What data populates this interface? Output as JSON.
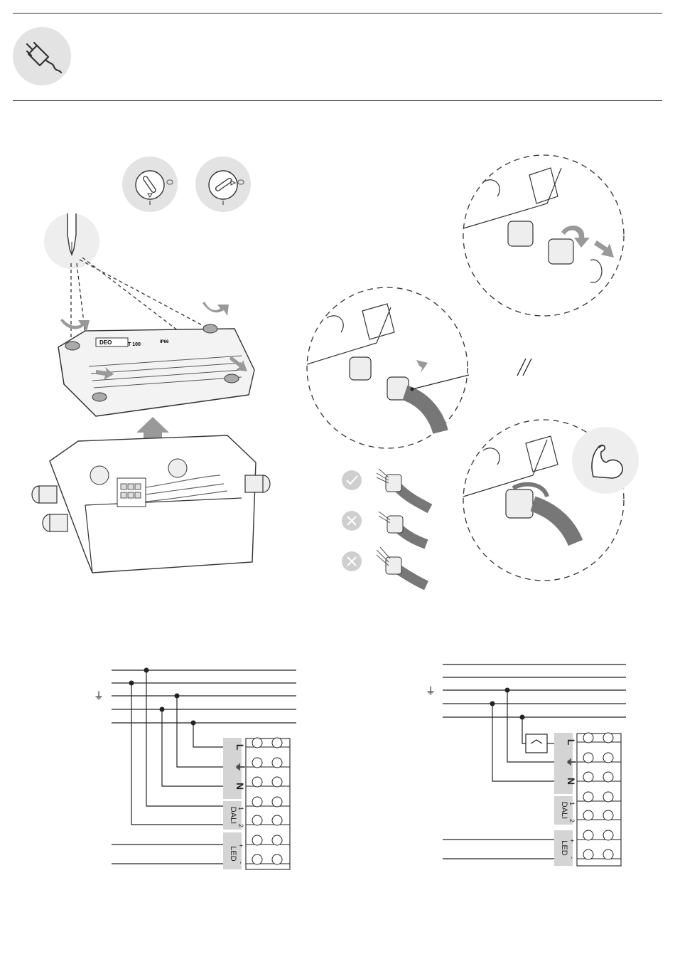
{
  "header": {
    "icon": "plug-icon"
  },
  "colors": {
    "circle_fill": "#e3e3e3",
    "line": "#222222",
    "label_bg": "#d4d4d4"
  },
  "steps": {
    "screwdriver_icon": "screwdriver-icon",
    "lock_states": [
      "locked-icon",
      "unlocked-icon"
    ],
    "cable_checks": [
      {
        "icon": "check-icon",
        "state": "correct"
      },
      {
        "icon": "cross-icon",
        "state": "wrong"
      },
      {
        "icon": "cross-icon",
        "state": "wrong"
      }
    ],
    "strength_icon": "flexed-arm-icon",
    "box_label": "DEO",
    "box_model": "T 100",
    "box_ip": "IP66"
  },
  "wiring_left": {
    "terminals": [
      {
        "label": "L"
      },
      {
        "label": "⏚"
      },
      {
        "label": "N"
      },
      {
        "label": "DALI",
        "pins": [
          "1",
          "2"
        ]
      },
      {
        "label": "LED",
        "pins": [
          "+",
          "-"
        ]
      }
    ],
    "earth_symbol": "⏚"
  },
  "wiring_right": {
    "terminals": [
      {
        "label": "L"
      },
      {
        "label": "⏚"
      },
      {
        "label": "N"
      },
      {
        "label": "DALI",
        "pins": [
          "1",
          "2"
        ]
      },
      {
        "label": "LED",
        "pins": [
          "+",
          "-"
        ]
      }
    ],
    "earth_symbol": "⏚"
  }
}
